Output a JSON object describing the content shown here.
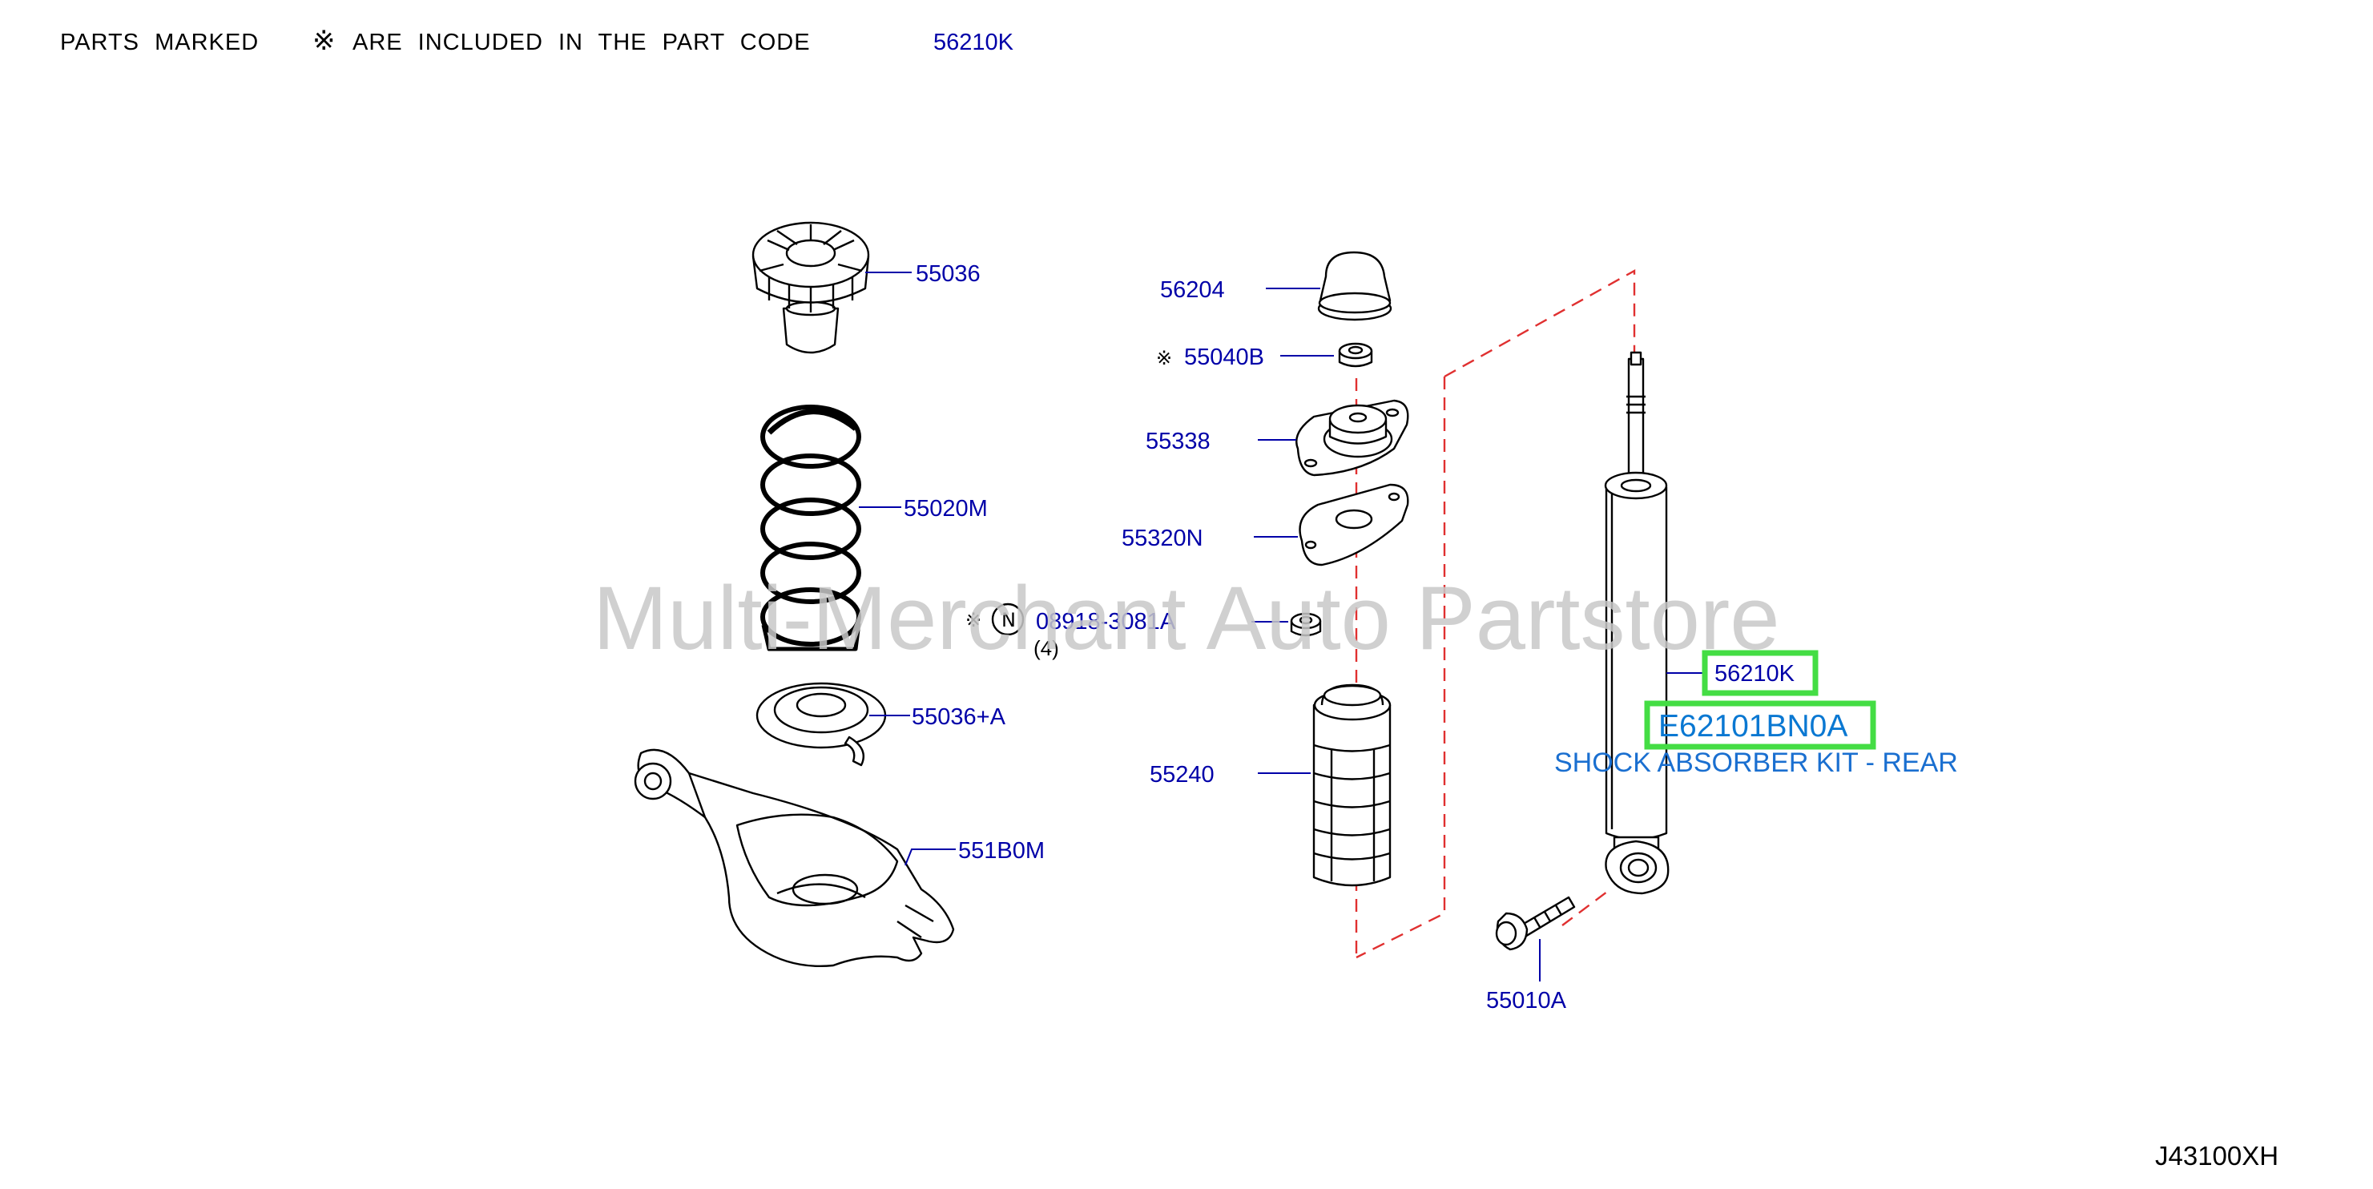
{
  "header": {
    "prefix": "PARTS  MARKED",
    "symbol": "※",
    "suffix": "ARE  INCLUDED  IN  THE  PART  CODE",
    "part_code": "56210K"
  },
  "callouts": {
    "p55036": "55036",
    "p55020m": "55020M",
    "p55036a": "55036+A",
    "p551b0m": "551B0M",
    "p56204": "56204",
    "p55040b": "55040B",
    "p55338": "55338",
    "p55320n": "55320N",
    "p08918": "08918-3081A",
    "p55240": "55240",
    "p55010a": "55010A"
  },
  "symbols": {
    "included_mark": "※",
    "nut_mark": "N",
    "qty": "(4)"
  },
  "highlight": {
    "part_number": "56210K",
    "oem_code": "E62101BN0A",
    "description": "SHOCK ABSORBER KIT - REAR"
  },
  "watermark": "Multi-Merchant Auto Partstore",
  "diagram_code": "J43100XH",
  "colors": {
    "callout": "#0000a8",
    "highlight_box": "#44dd44",
    "description": "#1a6fd0",
    "dashed_guide": "#e03030"
  }
}
